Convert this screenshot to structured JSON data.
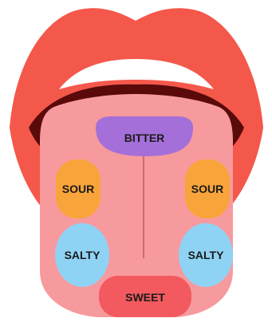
{
  "zones": {
    "bitter": {
      "label": "BITTER",
      "color": "#a46fd8"
    },
    "sour_left": {
      "label": "SOUR",
      "color": "#f9a43a"
    },
    "sour_right": {
      "label": "SOUR",
      "color": "#f9a43a"
    },
    "salty_left": {
      "label": "SALTY",
      "color": "#8fd3f4"
    },
    "salty_right": {
      "label": "SALTY",
      "color": "#8fd3f4"
    },
    "sweet": {
      "label": "SWEET",
      "color": "#f25a5f"
    }
  },
  "colors": {
    "lips": "#f4584b",
    "mouth_interior": "#5a0a0a",
    "teeth": "#ffffff",
    "tongue": "#f79a9e",
    "midline": "#c45a5f"
  }
}
